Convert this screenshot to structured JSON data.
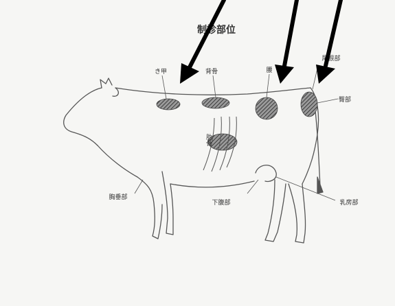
{
  "diagram": {
    "title": "制診部位",
    "labels": {
      "withers": "き甲",
      "back": "背骨",
      "loin": "腰",
      "tail_root": "尾根部",
      "hip": "臀部",
      "ribs": "肋骨",
      "brisket": "胸垂部",
      "lower_abdomen": "下腹部",
      "udder": "乳房部"
    },
    "colors": {
      "arrow": "#000000",
      "outline": "#555555",
      "hatch": "#444444"
    }
  }
}
